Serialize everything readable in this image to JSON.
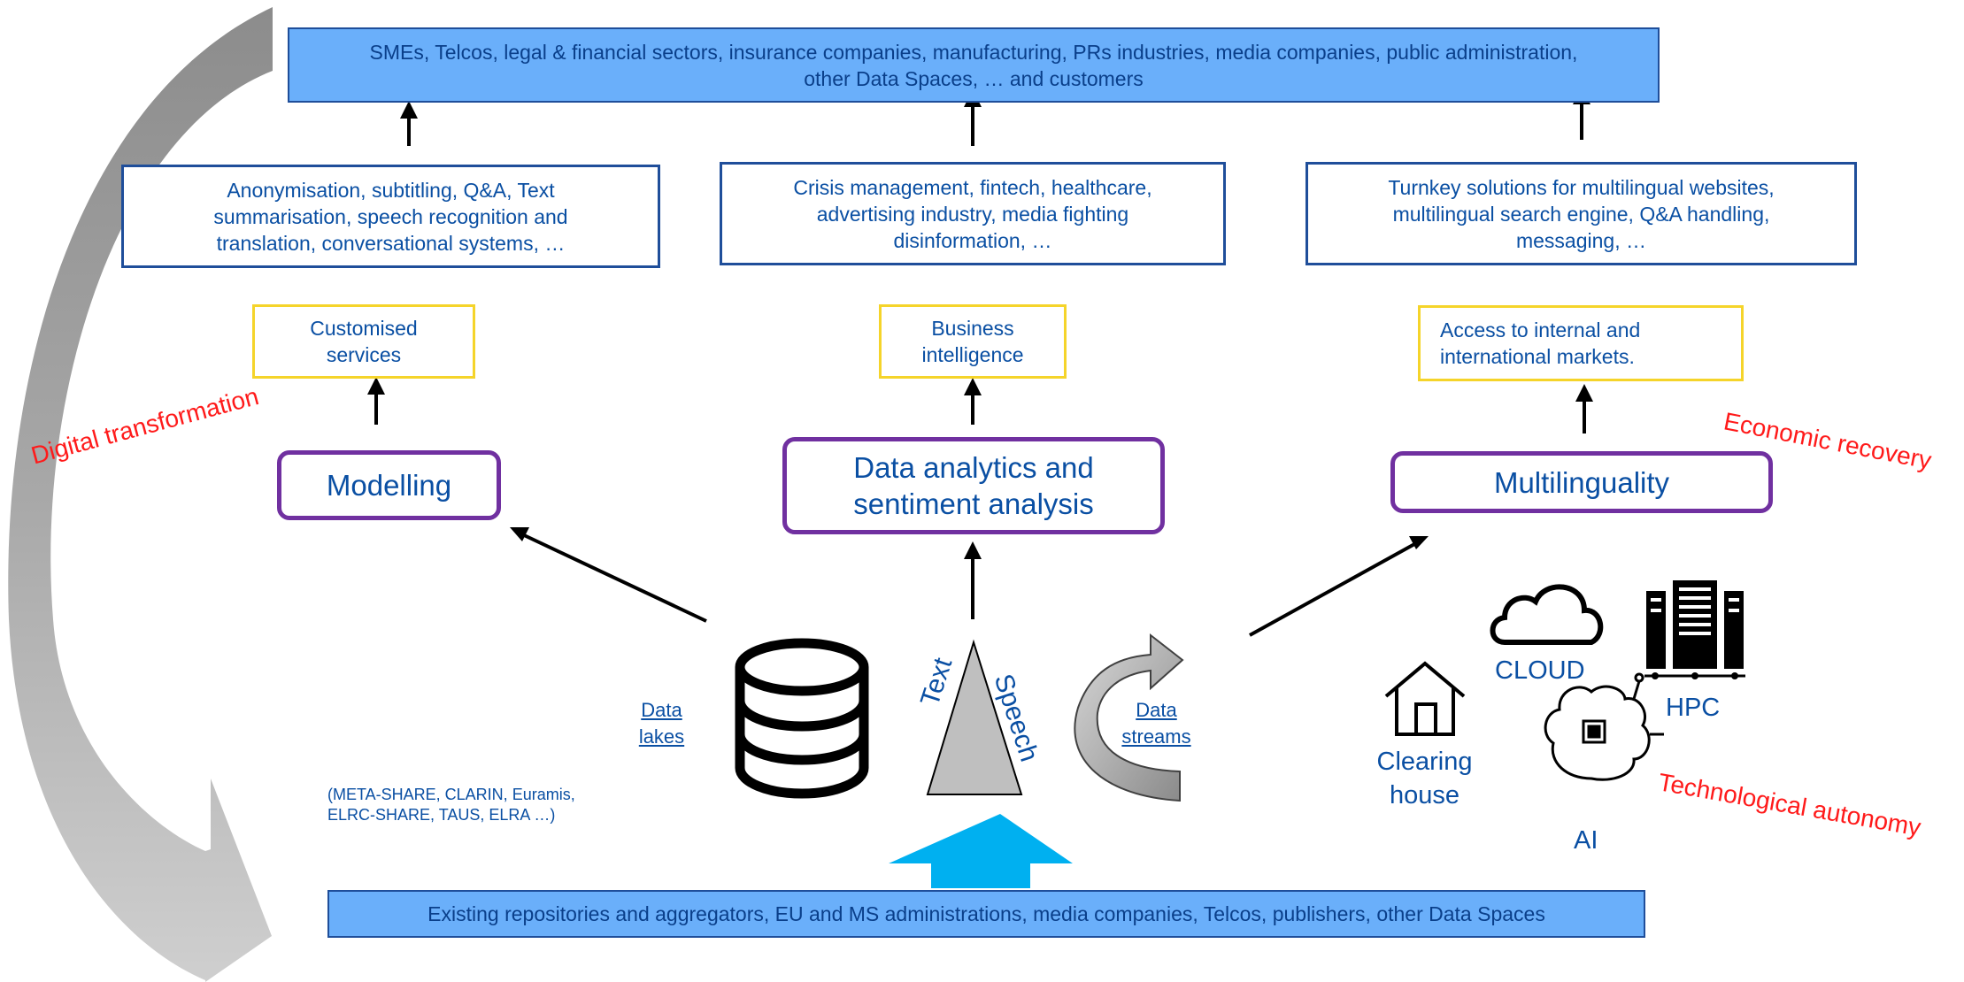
{
  "top_box": "SMEs, Telcos, legal & financial sectors, insurance companies, manufacturing, PRs industries, media companies, public administration,\nother Data Spaces, … and customers",
  "columns": {
    "left": {
      "applications": "Anonymisation, subtitling, Q&A, Text\nsummarisation, speech recognition and\ntranslation, conversational systems, …",
      "value": "Customised\nservices",
      "capability": "Modelling"
    },
    "middle": {
      "applications": "Crisis management, fintech, healthcare,\nadvertising industry, media fighting\ndisinformation, …",
      "value": "Business\nintelligence",
      "capability": "Data analytics and\nsentiment analysis"
    },
    "right": {
      "applications": "Turnkey solutions for multilingual websites,\nmultilingual search engine, Q&A handling,\nmessaging, …",
      "value": "Access to internal and\ninternational markets.",
      "capability": "Multilinguality"
    }
  },
  "goals": {
    "digital": "Digital transformation",
    "economic": "Economic recovery",
    "technological": "Technological autonomy"
  },
  "data_sources": {
    "lakes": "Data\nlakes",
    "text": "Text",
    "speech": "Speech",
    "streams": "Data\nstreams",
    "repositories": "(META-SHARE, CLARIN, Euramis,\nELRC-SHARE, TAUS, ELRA …)"
  },
  "infrastructure": {
    "cloud": "CLOUD",
    "hpc": "HPC",
    "clearing_house": "Clearing\nhouse",
    "ai": "AI"
  },
  "bottom_box": "Existing repositories and aggregators, EU and MS administrations, media companies, Telcos, publishers, other Data Spaces",
  "colors": {
    "box_fill": "#6aaffa",
    "navy_border": "#1f4e9a",
    "yellow_border": "#f5d42a",
    "purple_border": "#7030a0",
    "text_blue": "#0a4fa3",
    "goal_red": "#ff1a1a",
    "upload_arrow": "#00b0f0"
  },
  "icons": [
    "database-icon",
    "triangle-icon",
    "curved-arrow-icon",
    "house-icon",
    "cloud-icon",
    "server-rack-icon",
    "brain-chip-icon"
  ]
}
